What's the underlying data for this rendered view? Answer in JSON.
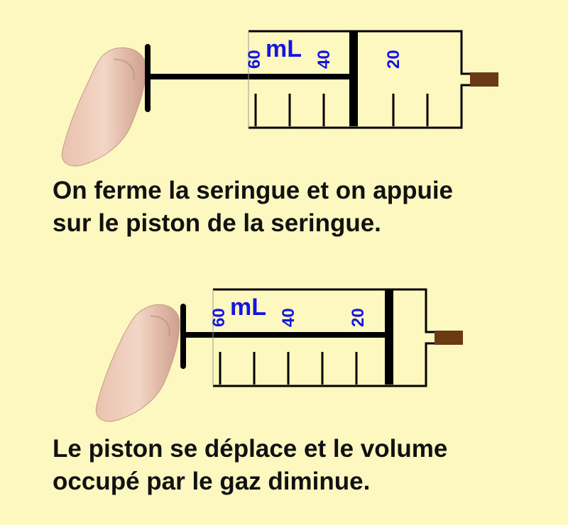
{
  "captions": {
    "first_line1": "On ferme la seringue et on appuie",
    "first_line2": "sur le piston de la seringue.",
    "second_line1": "Le piston se déplace et le volume",
    "second_line2": "occupé par le gaz diminue."
  },
  "scale": {
    "unit": "mL",
    "tick_60": "60",
    "tick_40": "40",
    "tick_20": "20"
  },
  "colors": {
    "background": "#fdf7c0",
    "scale_text": "#1515e0",
    "syringe_lines": "#000000",
    "nozzle_cap": "#6b3a14"
  },
  "icons": [
    "finger-icon",
    "syringe-icon"
  ]
}
